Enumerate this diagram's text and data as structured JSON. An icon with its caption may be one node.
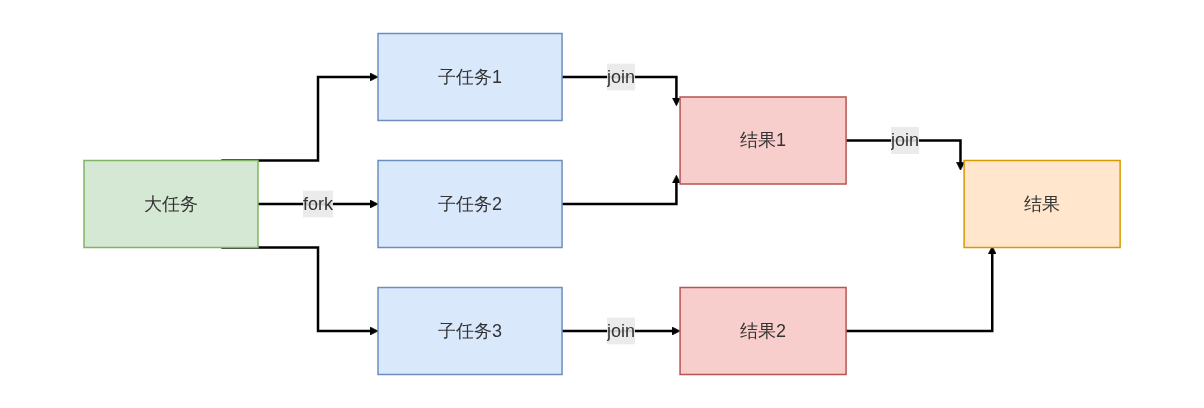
{
  "diagram": {
    "nodes": [
      {
        "text": [
          "大任务"
        ]
      },
      {
        "text": [
          "子任务1"
        ]
      },
      {
        "text": [
          "子任务2"
        ]
      },
      {
        "text": [
          "子任务3"
        ]
      },
      {
        "text": [
          "结果1"
        ]
      },
      {
        "text": [
          "结果2"
        ]
      },
      {
        "text": [
          "结果"
        ]
      }
    ],
    "edges": [
      {
        "from": 0,
        "to": 1,
        "arrow": "to"
      },
      {
        "from": 0,
        "to": 2,
        "arrow": "to",
        "label": "fork"
      },
      {
        "from": 0,
        "to": 3,
        "arrow": "to"
      },
      {
        "from": 1,
        "to": 4,
        "arrow": "to",
        "label": "join"
      },
      {
        "from": 2,
        "to": 4,
        "arrow": "to"
      },
      {
        "from": 3,
        "to": 5,
        "arrow": "to",
        "label": "join"
      },
      {
        "from": 4,
        "to": 6,
        "arrow": "to",
        "label": "join"
      },
      {
        "from": 5,
        "to": 6,
        "arrow": "to"
      }
    ]
  }
}
